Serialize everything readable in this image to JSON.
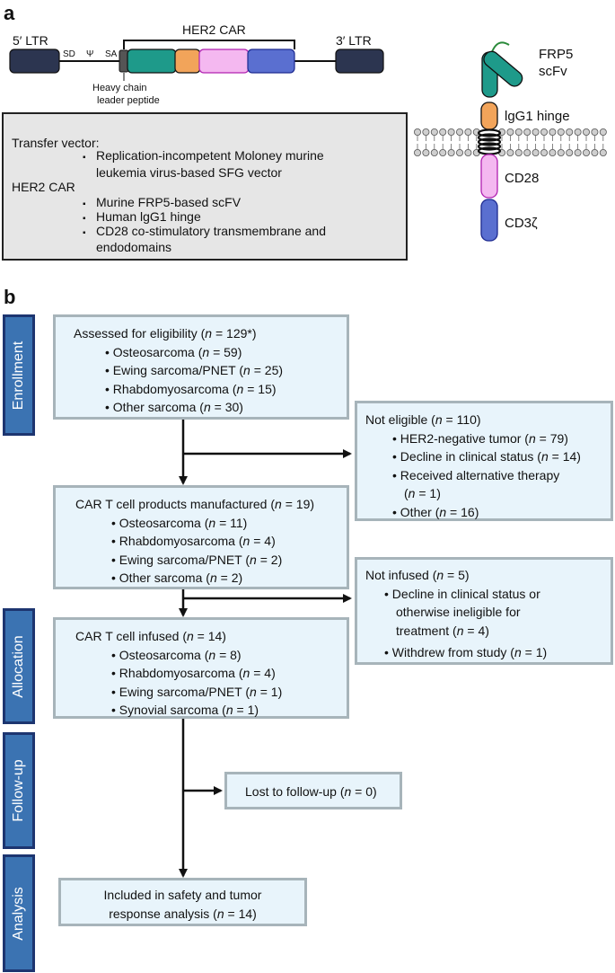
{
  "panel_a": {
    "letter": "a",
    "construct": {
      "ltr5": "5′ LTR",
      "ltr3": "3′ LTR",
      "sd": "SD",
      "psi": "Ψ",
      "sa": "SA",
      "car_bracket": "HER2 CAR",
      "leader_line1": "Heavy chain",
      "leader_line2": "leader peptide",
      "colors": {
        "ltr": "#2c3550",
        "scfv": "#1e9a8a",
        "hinge": "#f2a45a",
        "cd28": "#f4b8f0",
        "cd3z": "#5a6fd0"
      }
    },
    "info_box": {
      "transfer_label": "Transfer vector:",
      "transfer_items": [
        "Replication-incompetent Moloney murine",
        "leukemia virus-based SFG vector"
      ],
      "car_label": "HER2 CAR",
      "car_items": [
        "Murine FRP5-based scFV",
        "Human lgG1 hinge",
        "CD28 co-stimulatory transmembrane and",
        "endodomains"
      ],
      "bullet": "▪"
    },
    "receptor": {
      "scfv_line1": "FRP5",
      "scfv_line2": "scFv",
      "hinge": "lgG1 hinge",
      "cd28": "CD28",
      "cd3z": "CD3ζ"
    }
  },
  "panel_b": {
    "letter": "b",
    "stages": [
      "Enrollment",
      "Allocation",
      "Follow-up",
      "Analysis"
    ],
    "bullet": "•",
    "assessed": {
      "head_pre": "Assessed for eligibility (",
      "head_n": "n",
      "head_post": " = 129*)",
      "items": [
        {
          "pre": "Osteosarcoma (",
          "post": " = 59)"
        },
        {
          "pre": "Ewing sarcoma/PNET (",
          "post": " = 25)"
        },
        {
          "pre": "Rhabdomyosarcoma (",
          "post": " = 15)"
        },
        {
          "pre": "Other sarcoma (",
          "post": " = 30)"
        }
      ]
    },
    "not_eligible": {
      "head_pre": "Not eligible (",
      "head_post": " = 110)",
      "items": [
        {
          "pre": "HER2-negative tumor (",
          "post": " = 79)"
        },
        {
          "pre": "Decline in clinical status (",
          "post": " = 14)"
        },
        {
          "line1": "Received alternative therapy",
          "pre": "(",
          "post": " = 1)"
        },
        {
          "pre": "Other (",
          "post": " = 16)"
        }
      ]
    },
    "manufactured": {
      "head_pre": "CAR T cell products manufactured (",
      "head_post": " = 19)",
      "items": [
        {
          "pre": "Osteosarcoma (",
          "post": " = 11)"
        },
        {
          "pre": "Rhabdomyosarcoma (",
          "post": " = 4)"
        },
        {
          "pre": "Ewing sarcoma/PNET (",
          "post": " = 2)"
        },
        {
          "pre": "Other sarcoma (",
          "post": " = 2)"
        }
      ]
    },
    "not_infused": {
      "head_pre": "Not infused (",
      "head_post": " = 5)",
      "item1_line1": "Decline in clinical status or",
      "item1_line2": "otherwise ineligible for",
      "item1_pre": "treatment (",
      "item1_post": " = 4)",
      "item2_pre": "Withdrew from study (",
      "item2_post": " = 1)"
    },
    "infused": {
      "head_pre": "CAR T cell infused (",
      "head_post": " = 14)",
      "items": [
        {
          "pre": "Osteosarcoma (",
          "post": " = 8)"
        },
        {
          "pre": "Rhabdomyosarcoma (",
          "post": " = 4)"
        },
        {
          "pre": "Ewing sarcoma/PNET (",
          "post": " = 1)"
        },
        {
          "pre": "Synovial sarcoma (",
          "post": " = 1)"
        }
      ]
    },
    "lost": {
      "pre": "Lost to follow-up (",
      "post": " = 0)"
    },
    "analysis": {
      "line1": "Included in safety and tumor",
      "pre": "response analysis (",
      "post": " = 14)"
    },
    "n_symbol": "n"
  }
}
